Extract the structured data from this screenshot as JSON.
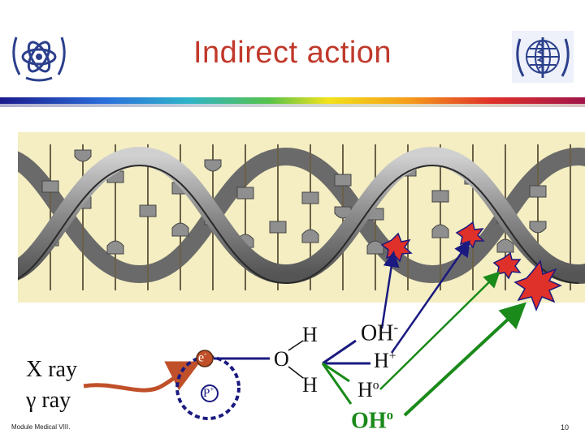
{
  "slide": {
    "title": "Indirect action",
    "left_logo_icon": "iaea-atom-logo-icon",
    "right_logo_icon": "who-globe-logo-icon",
    "xray_label": "X ray",
    "gamma_label": "γ ray",
    "electron_label": "e",
    "electron_sup": "-",
    "proton_label": "P",
    "proton_sup": "+",
    "water": {
      "o": "O",
      "h_top": "H",
      "h_bottom": "H"
    },
    "products": {
      "oh_minus": "OH",
      "oh_minus_sup": "-",
      "h_plus": "H",
      "h_plus_sup": "+",
      "h_radical": "H",
      "h_radical_sup": "o",
      "oh_radical": "OH",
      "oh_radical_sup": "o"
    },
    "footer": "Module Medical VIII.",
    "page_number": "10"
  },
  "colors": {
    "title": "#c0392b",
    "arrow_brown": "#c0502a",
    "arrow_blue": "#1a1a80",
    "arrow_green": "#1a8a1a",
    "lesion_red": "#e0302a",
    "dna_backbone": "#8c8c8c",
    "dna_panel_bg": "#f4eec2"
  }
}
